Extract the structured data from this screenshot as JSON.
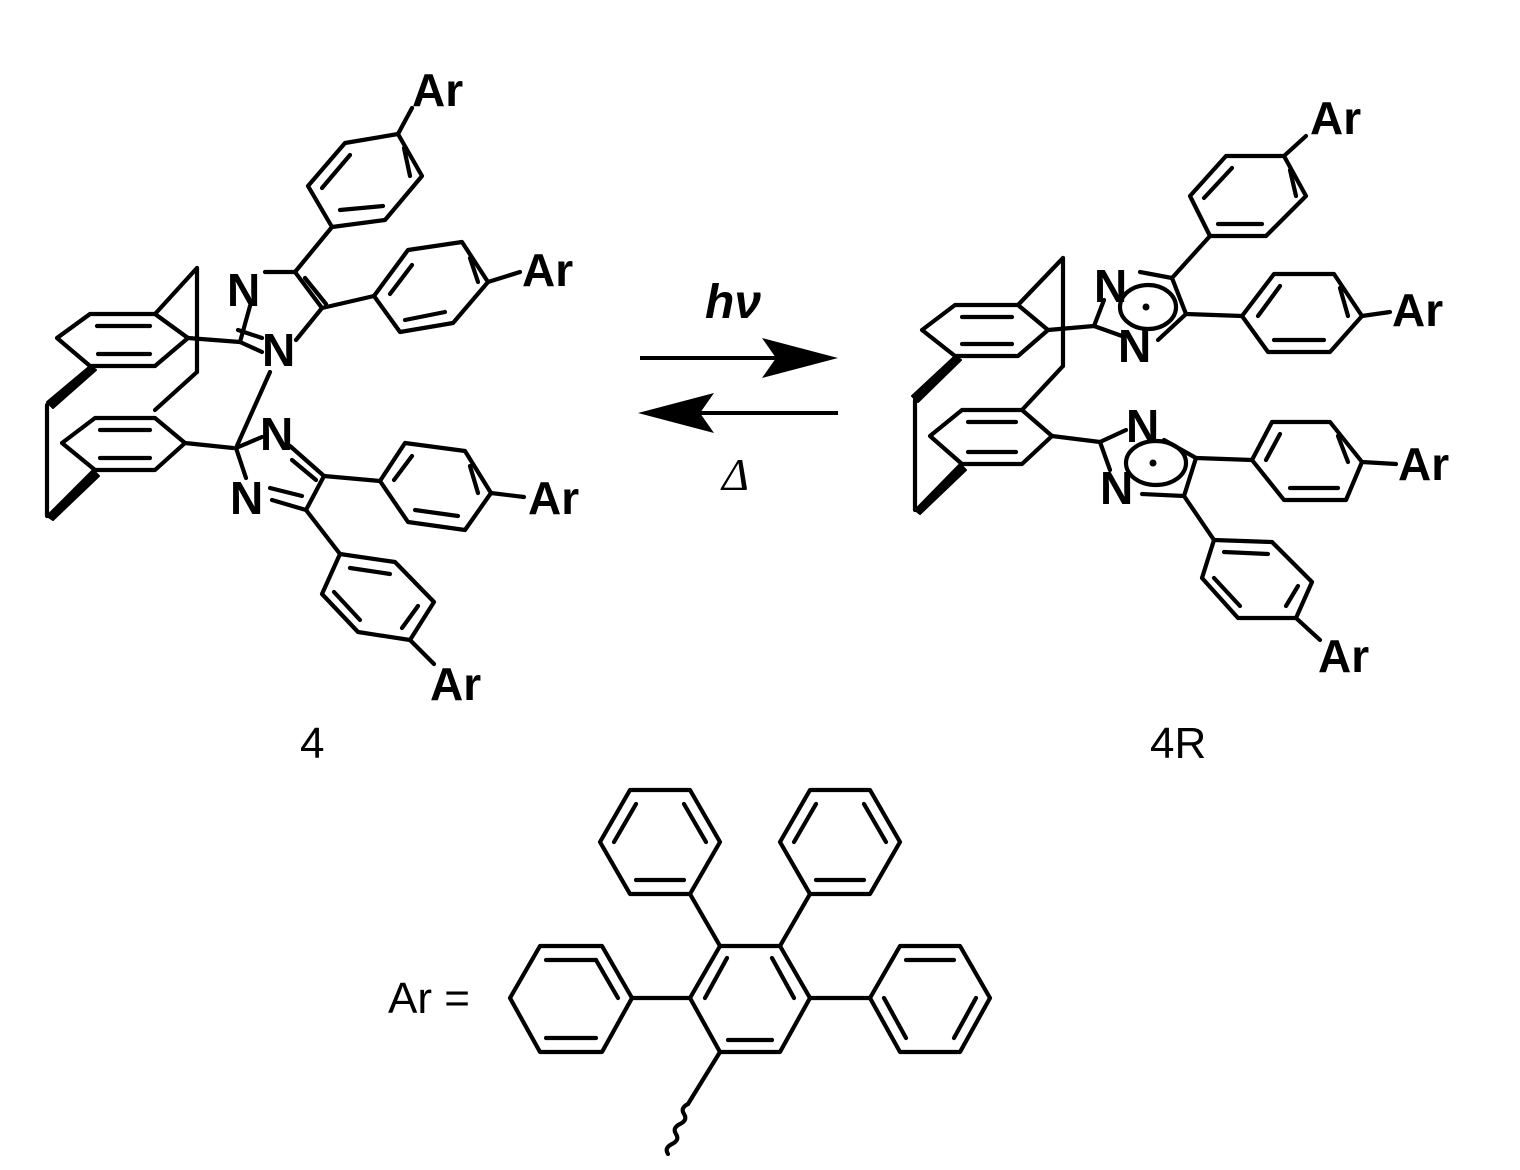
{
  "compound_left": {
    "label": "4"
  },
  "compound_right": {
    "label": "4R"
  },
  "atoms": {
    "nitrogen": "N",
    "aryl": "Ar"
  },
  "reaction": {
    "forward_condition": "hν",
    "reverse_condition": "Δ"
  },
  "legend": {
    "definition": "Ar ="
  }
}
